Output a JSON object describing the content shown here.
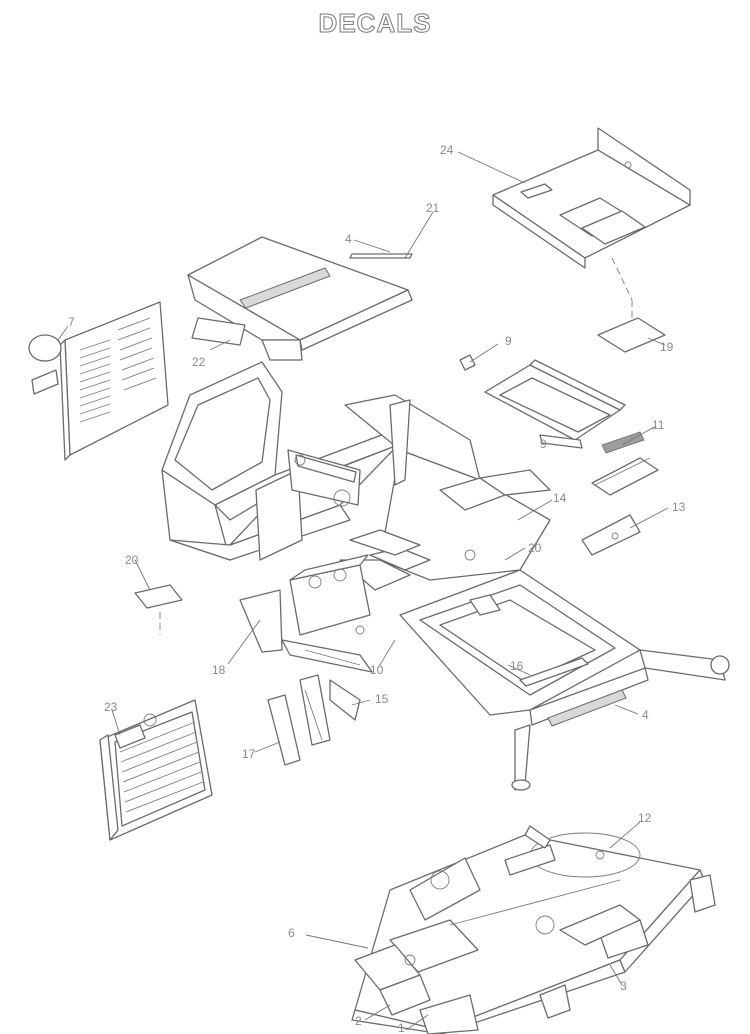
{
  "title": "DECALS",
  "callouts": [
    "24",
    "21",
    "4",
    "7",
    "22",
    "9",
    "19",
    "11",
    "14",
    "13",
    "20",
    "23",
    "18",
    "10",
    "15",
    "17",
    "16",
    "12",
    "6",
    "2",
    "3",
    "1"
  ],
  "colors": {
    "ink": "#6b6b6b",
    "background": "#ffffff"
  }
}
